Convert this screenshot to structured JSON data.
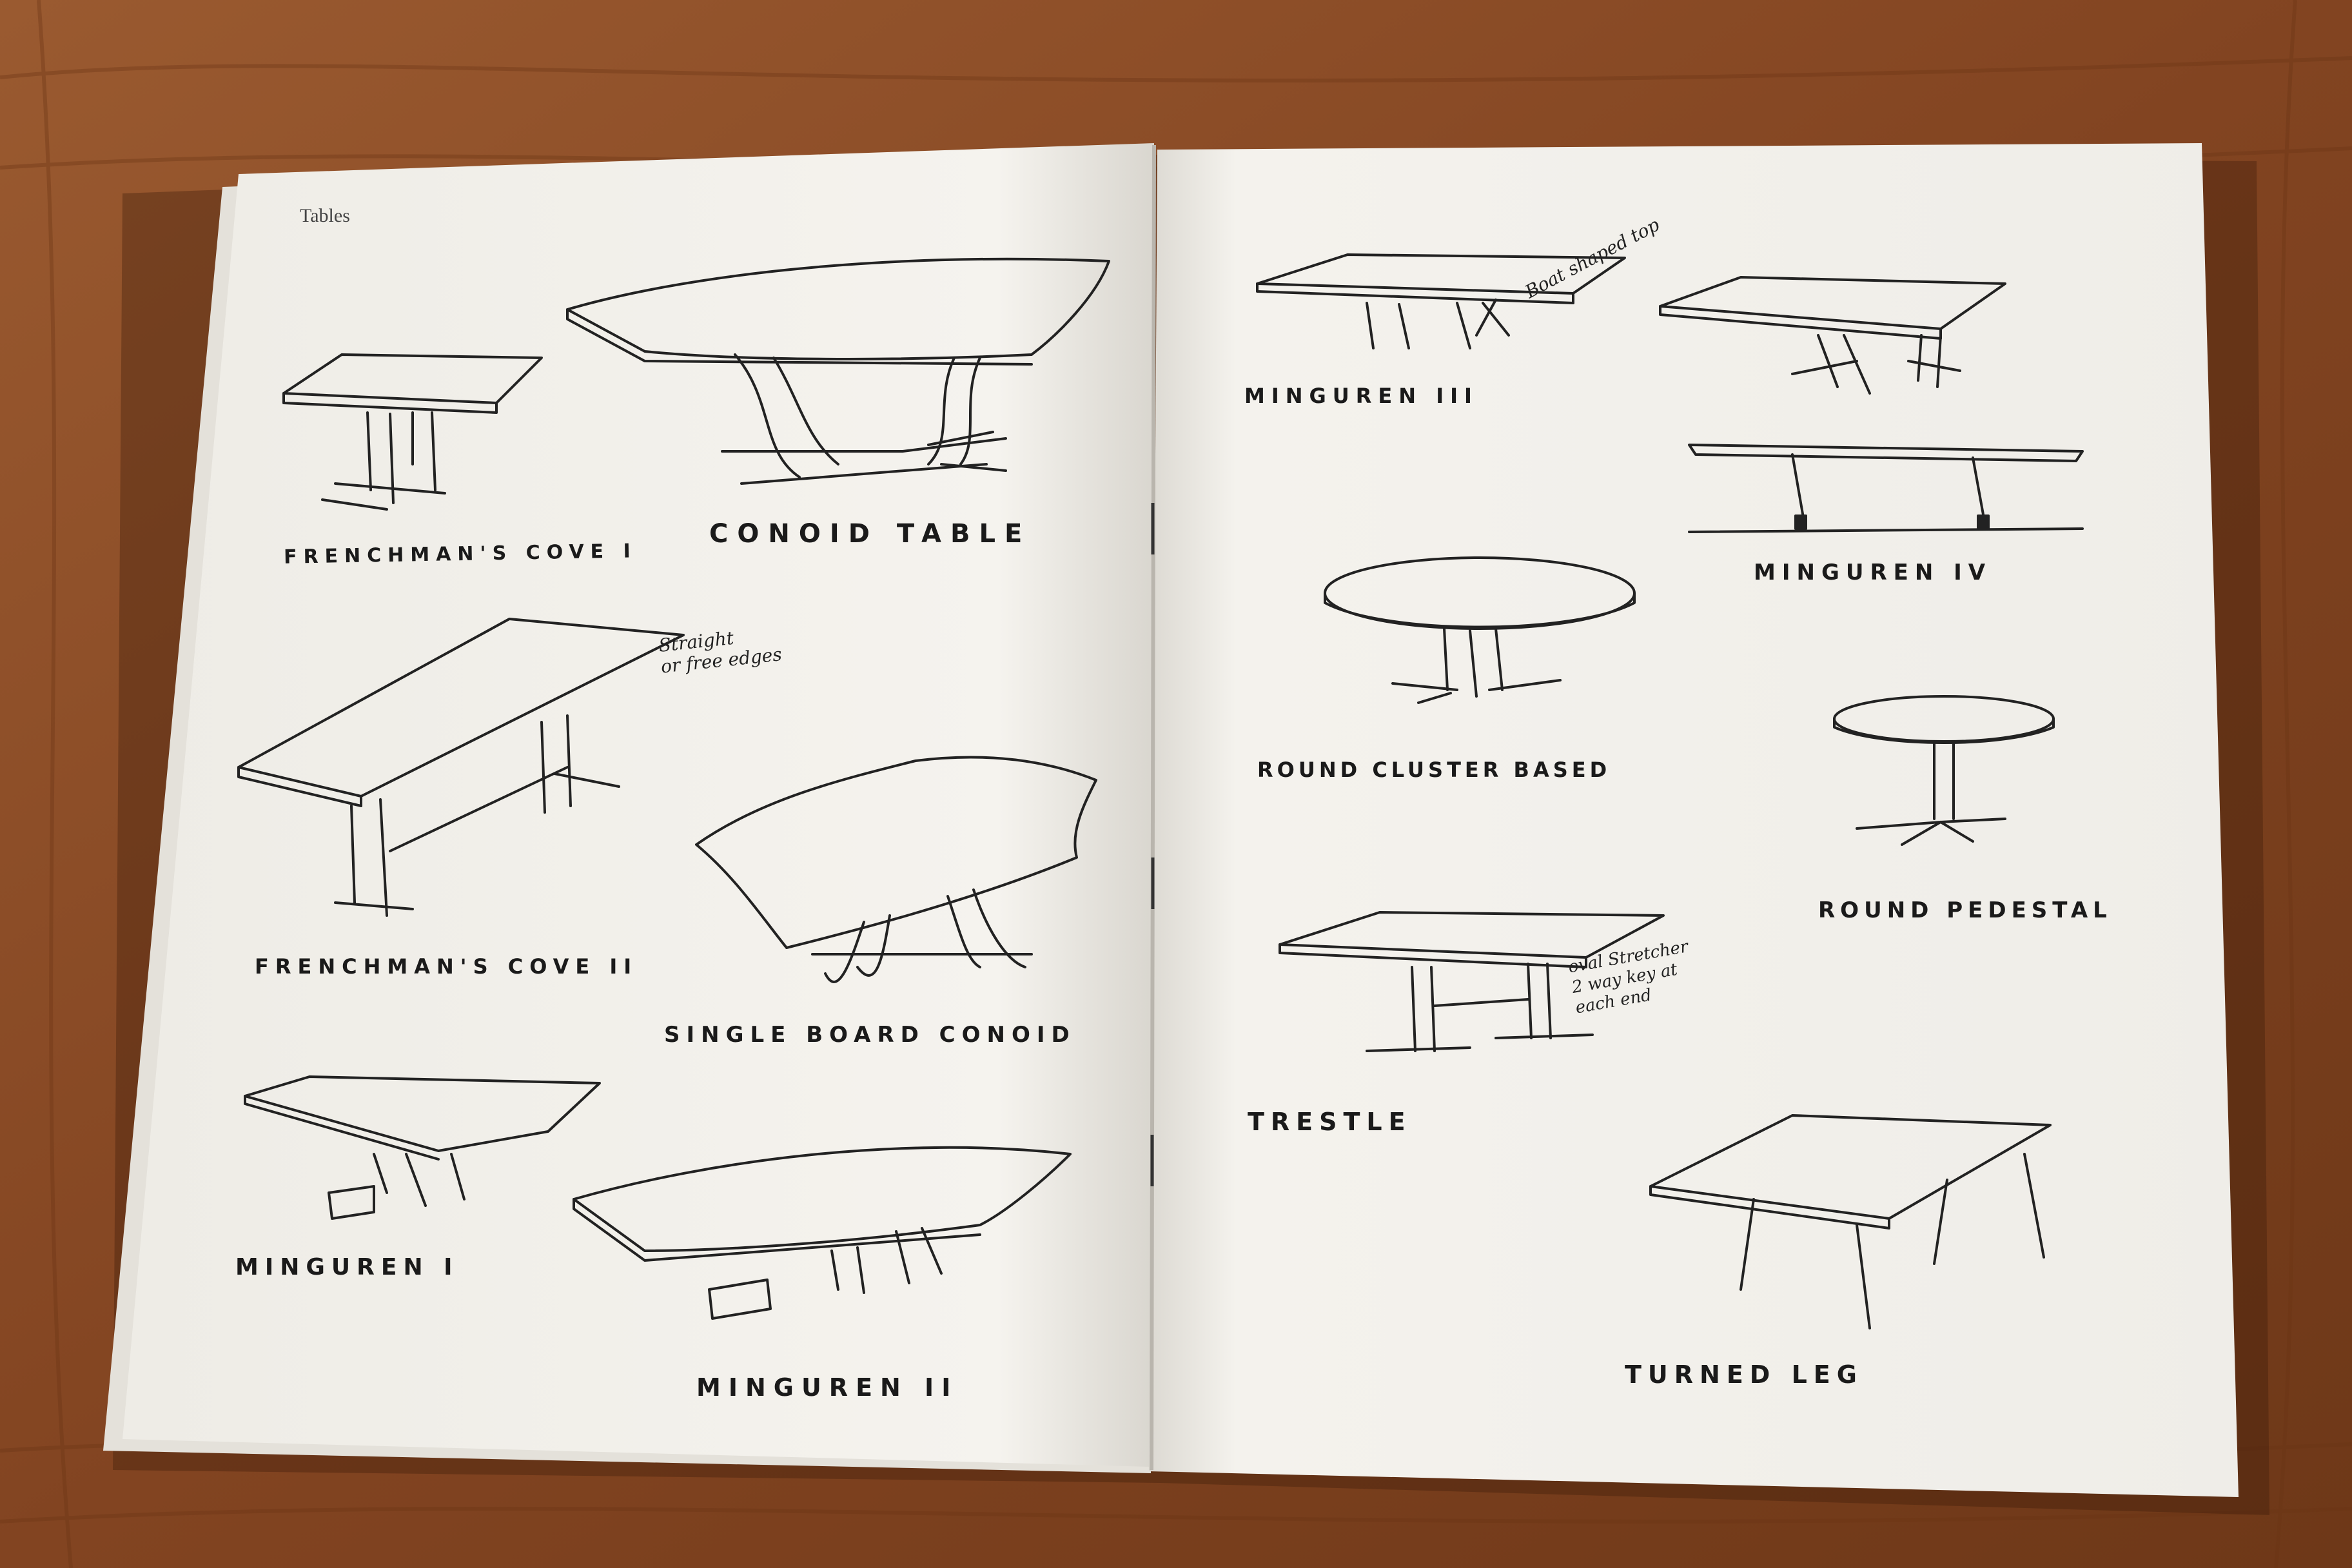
{
  "header": "Tables",
  "left_page": [
    {
      "name": "FRENCHMAN'S COVE I"
    },
    {
      "name": "CONOID TABLE"
    },
    {
      "name": "FRENCHMAN'S COVE II",
      "note": "Straight\nor free edges"
    },
    {
      "name": "SINGLE BOARD CONOID"
    },
    {
      "name": "MINGUREN I"
    },
    {
      "name": "MINGUREN II"
    }
  ],
  "right_page": [
    {
      "name": "MINGUREN III",
      "note": "Boat shaped top"
    },
    {
      "name": "MINGUREN IV"
    },
    {
      "name": "ROUND CLUSTER BASED"
    },
    {
      "name": "ROUND PEDESTAL"
    },
    {
      "name": "TRESTLE",
      "note": "oval Stretcher\n2 way key at\neach end"
    },
    {
      "name": "TURNED LEG"
    }
  ],
  "colors": {
    "wood": "#8a4a24",
    "paper": "#f3f1ec",
    "ink": "#1a1a1a"
  }
}
